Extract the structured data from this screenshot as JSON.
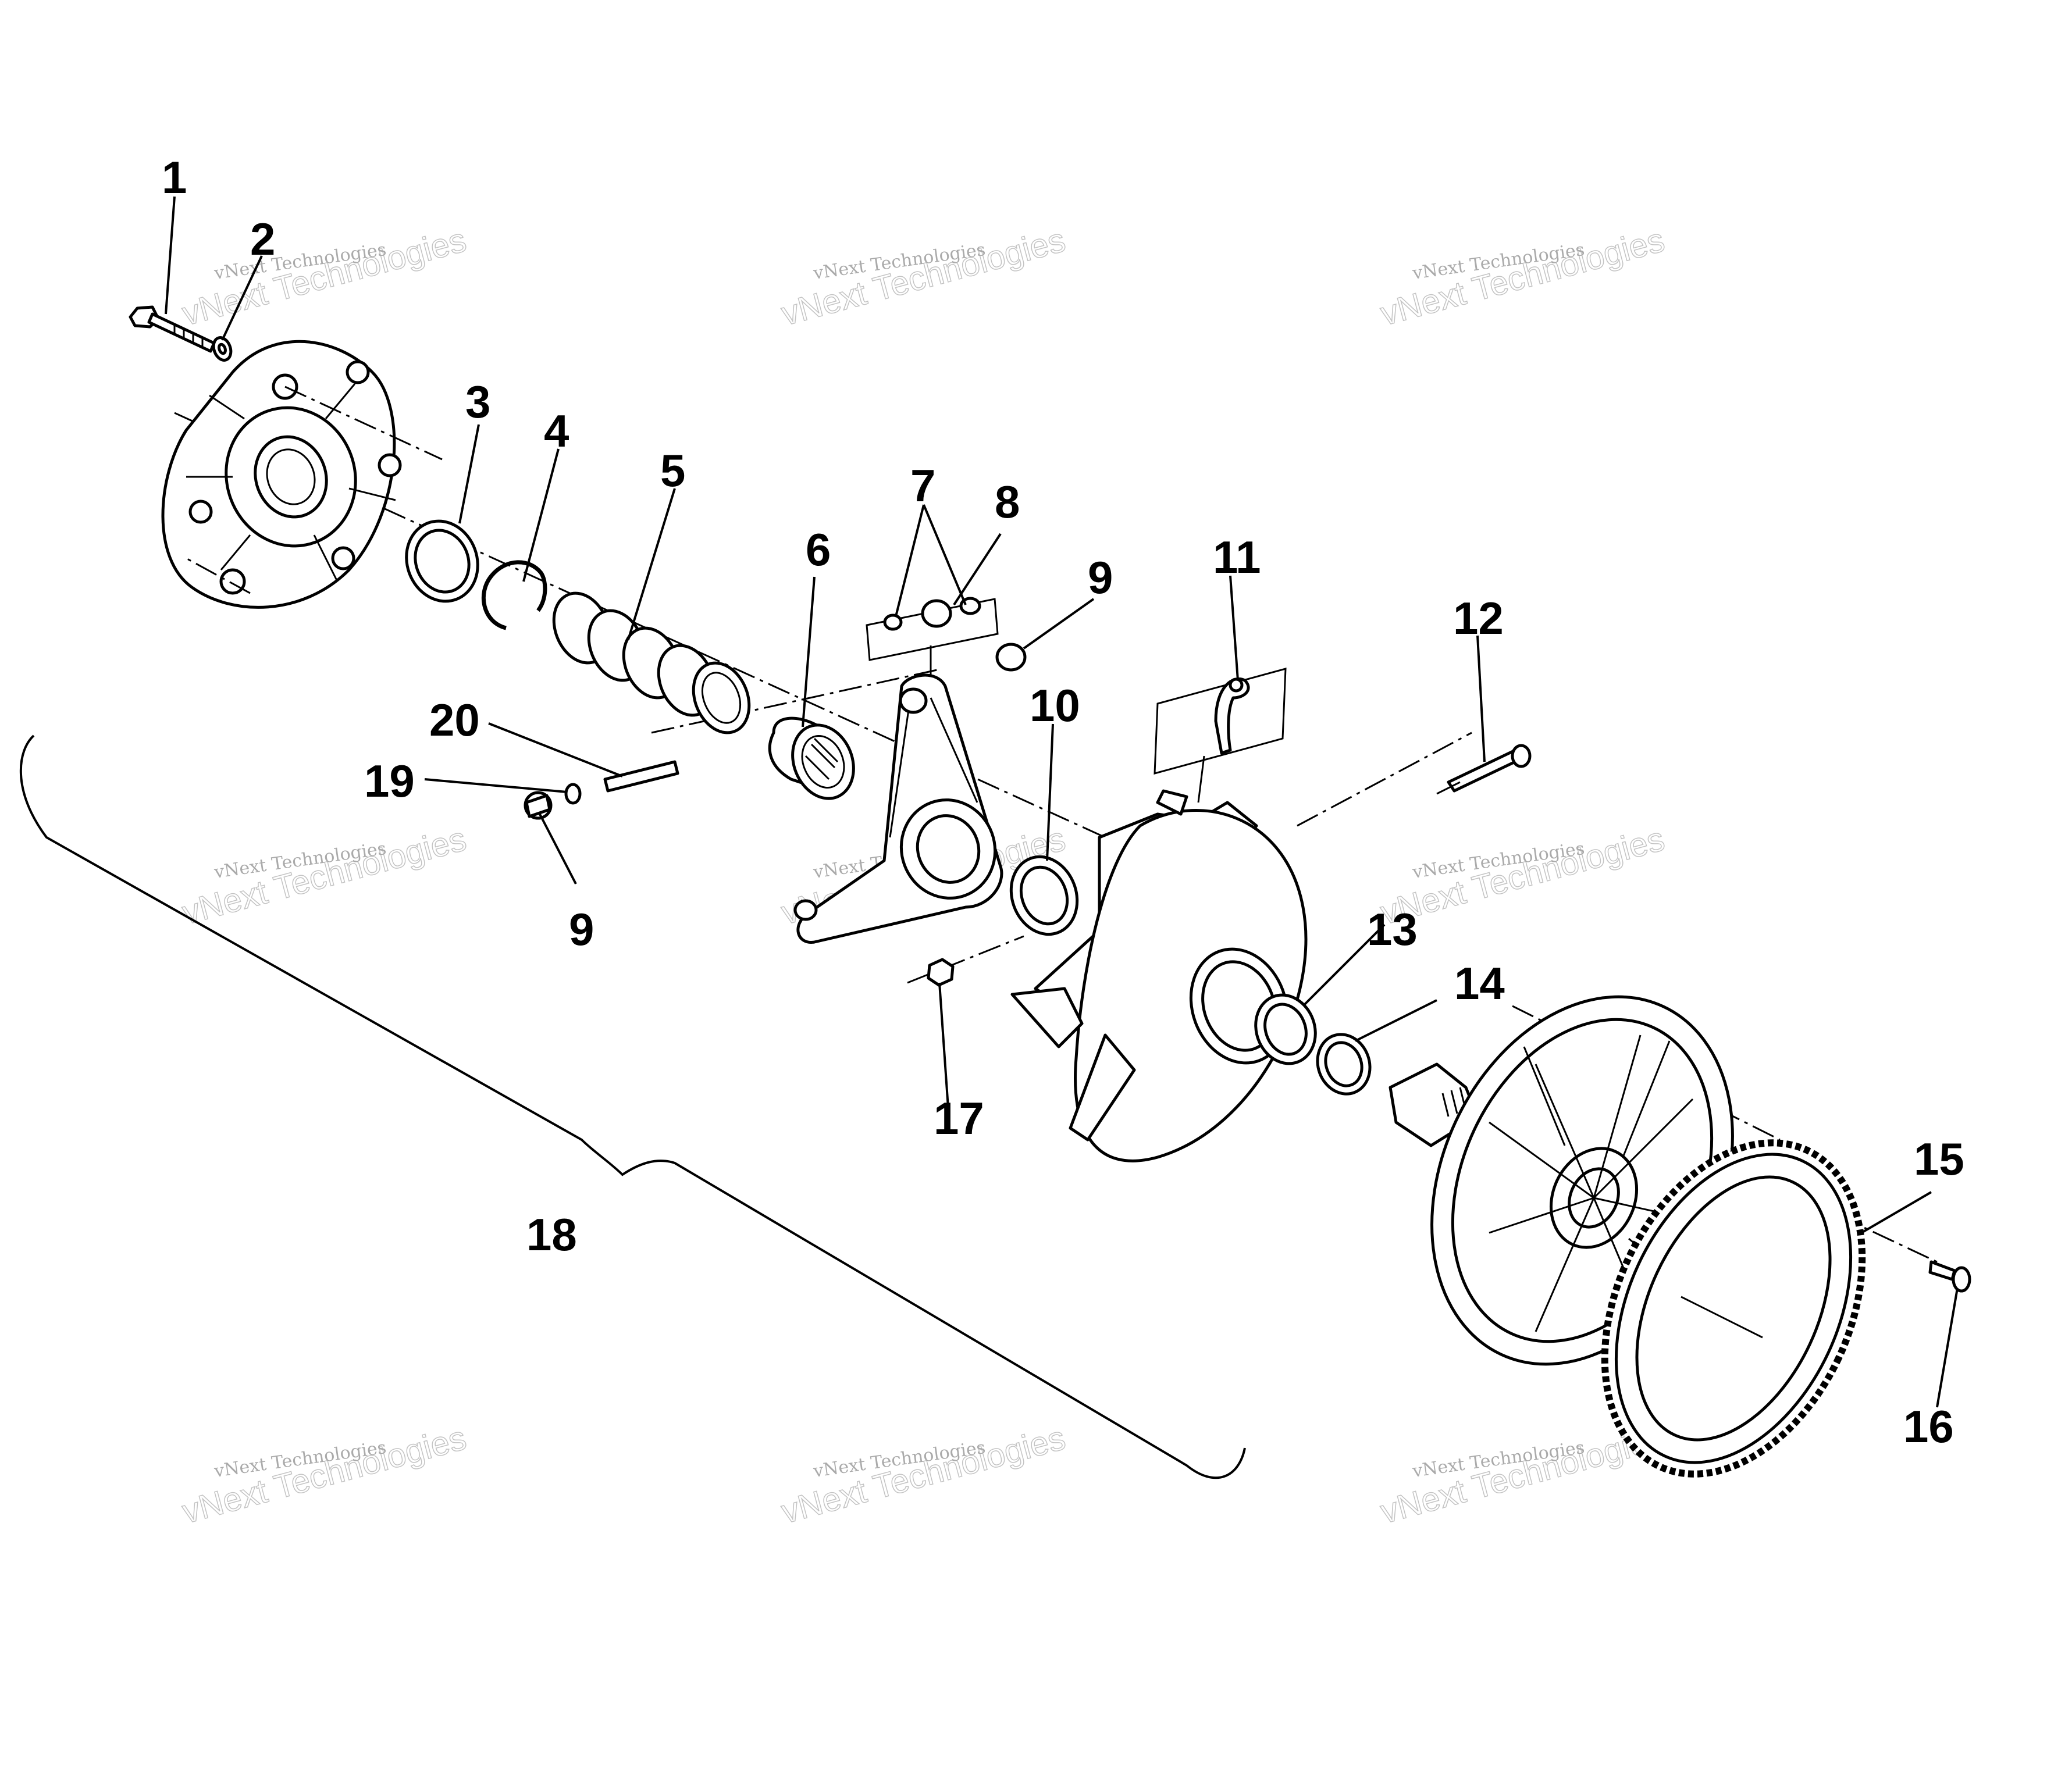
{
  "diagram": {
    "callouts": {
      "c1": "1",
      "c2": "2",
      "c3": "3",
      "c4": "4",
      "c5": "5",
      "c6": "6",
      "c7": "7",
      "c8": "8",
      "c9a": "9",
      "c9b": "9",
      "c10": "10",
      "c11": "11",
      "c12": "12",
      "c13": "13",
      "c14": "14",
      "c15": "15",
      "c16": "16",
      "c17": "17",
      "c18": "18",
      "c19": "19",
      "c20": "20"
    },
    "watermark": {
      "line1": "vNext Technologies",
      "line2": "vNext Technologies"
    }
  }
}
